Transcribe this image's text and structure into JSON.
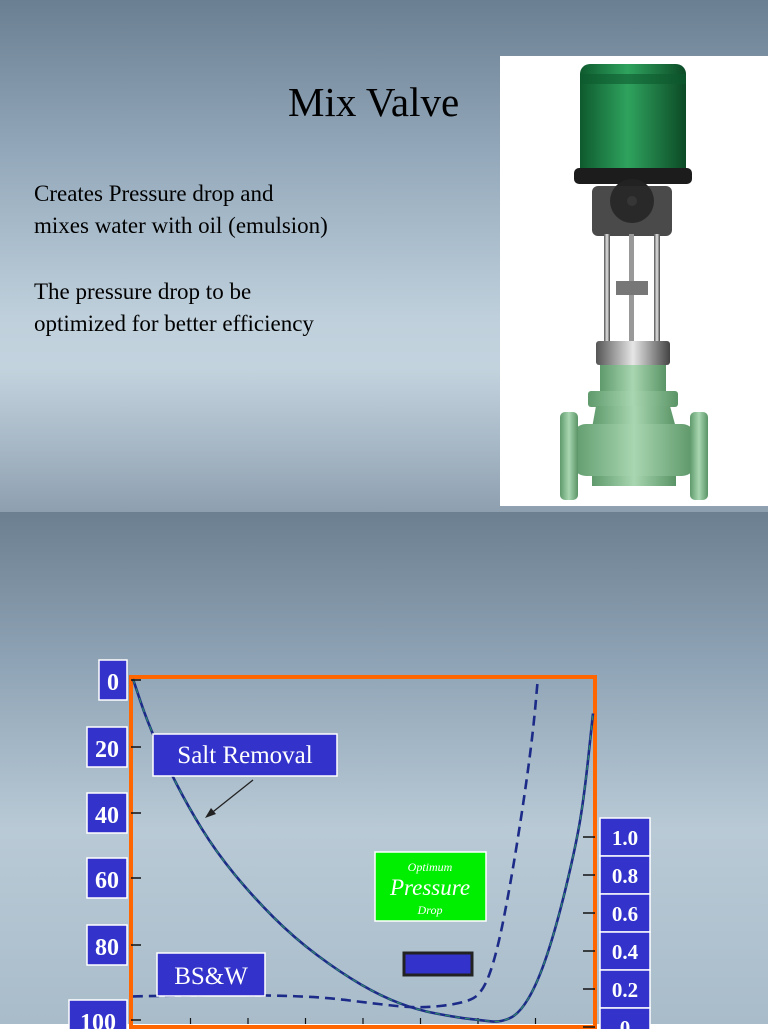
{
  "slide1": {
    "title": "Mix Valve",
    "paragraphs": [
      {
        "lines": [
          "Creates Pressure drop and",
          "mixes water with oil (emulsion)"
        ]
      },
      {
        "lines": [
          "The pressure drop to be",
          "optimized for better efficiency"
        ]
      }
    ],
    "image": {
      "icon": "control-valve-image",
      "actuator_color": "#1f8a4c",
      "body_color": "#8fc49a"
    }
  },
  "chart_data": {
    "type": "line",
    "left_axis": {
      "ticks": [
        "0",
        "20",
        "40",
        "60",
        "80",
        "100"
      ]
    },
    "right_axis": {
      "ticks": [
        "1.0",
        "0.8",
        "0.6",
        "0.4",
        "0.2",
        "0"
      ]
    },
    "annotations": {
      "salt_removal": "Salt Removal",
      "bsw": "BS&W",
      "optimum": {
        "line1": "Optimum",
        "line2": "Pressure",
        "line3": "Drop"
      }
    },
    "series": [
      {
        "name": "Salt Removal",
        "style": "solid",
        "points": [
          [
            0,
            0
          ],
          [
            3,
            12
          ],
          [
            7,
            24
          ],
          [
            12,
            37
          ],
          [
            18,
            50
          ],
          [
            26,
            63
          ],
          [
            35,
            75
          ],
          [
            45,
            85
          ],
          [
            54,
            92
          ],
          [
            62,
            96
          ],
          [
            70,
            98
          ],
          [
            76,
            99
          ],
          [
            80,
            99.5
          ],
          [
            84,
            97
          ],
          [
            88,
            88
          ],
          [
            92,
            72
          ],
          [
            96,
            50
          ],
          [
            98,
            35
          ],
          [
            100,
            10
          ]
        ]
      },
      {
        "name": "BS&W",
        "style": "dashed",
        "points": [
          [
            0,
            92
          ],
          [
            20,
            91.5
          ],
          [
            40,
            92
          ],
          [
            52,
            94
          ],
          [
            62,
            95.5
          ],
          [
            72,
            94
          ],
          [
            76,
            91
          ],
          [
            79,
            80
          ],
          [
            82,
            60
          ],
          [
            85,
            35
          ],
          [
            87,
            15
          ],
          [
            88,
            0
          ]
        ]
      }
    ],
    "colors": {
      "frame": "#ff6600",
      "label_box": "#3333cc",
      "optimum_box": "#00ee00",
      "curve": "#1c2b88",
      "accent_bar": "#3333cc"
    }
  }
}
